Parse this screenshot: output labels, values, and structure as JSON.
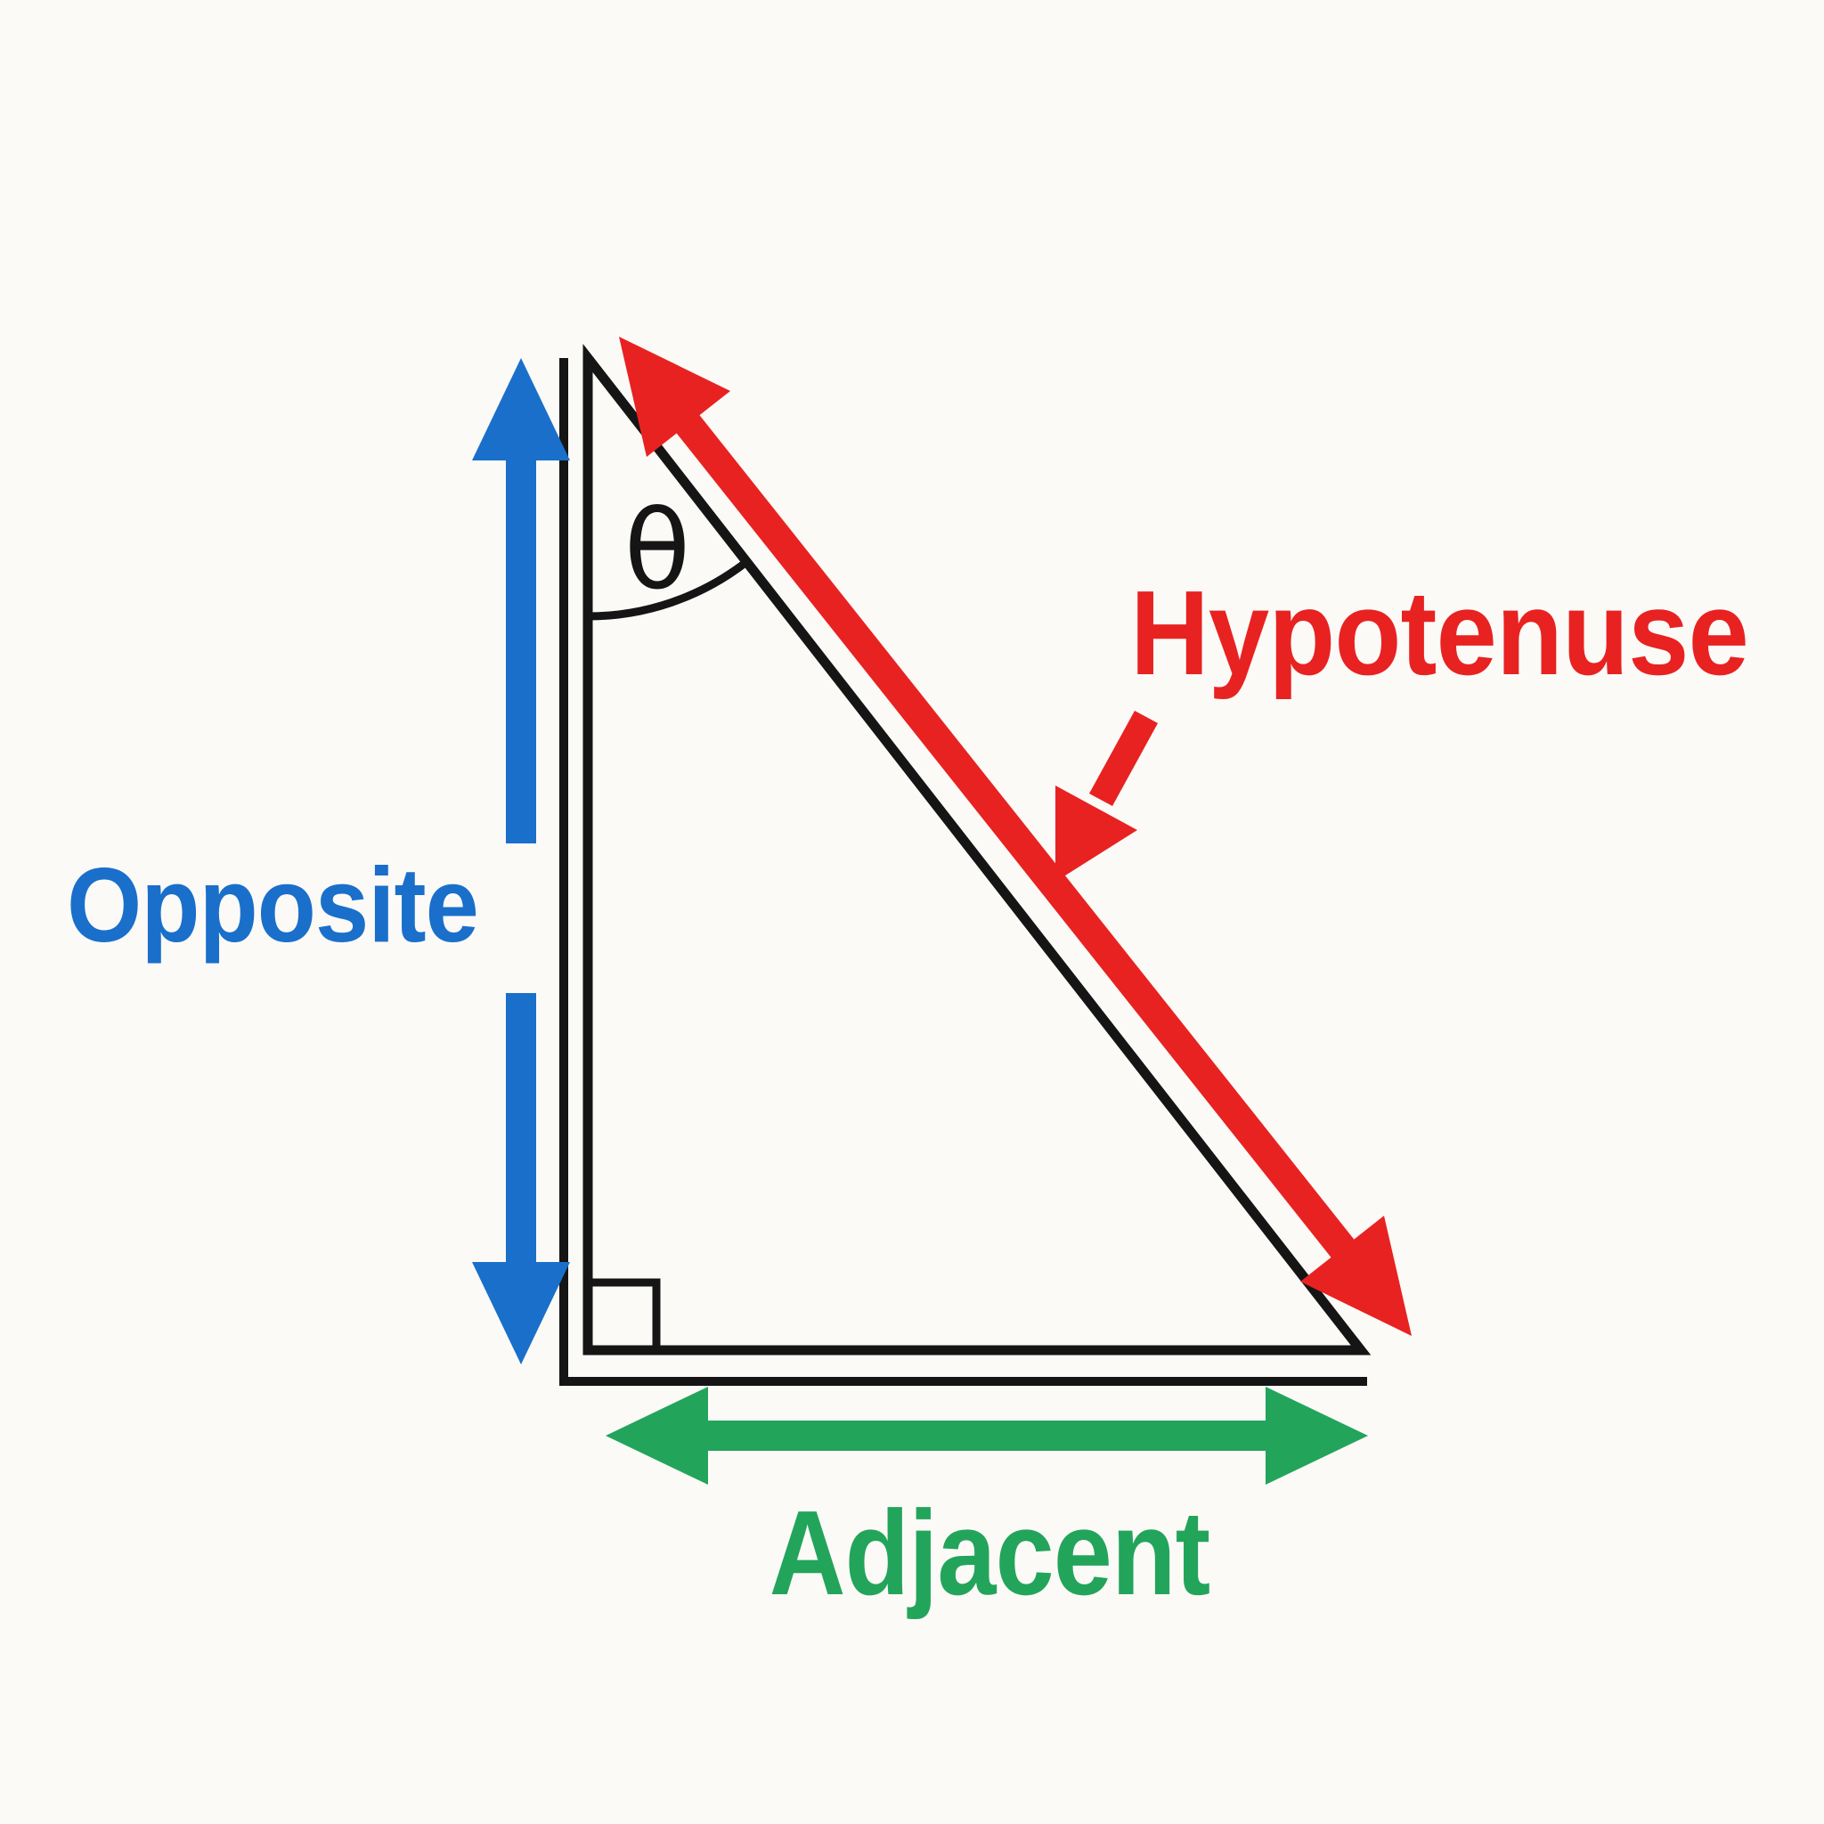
{
  "diagram": {
    "type": "right-triangle-trigonometry",
    "labels": {
      "opposite": "Opposite",
      "adjacent": "Adjacent",
      "hypotenuse": "Hypotenuse",
      "theta": "θ"
    },
    "colors": {
      "opposite": "#1a6fca",
      "adjacent": "#23a45b",
      "hypotenuse": "#e82221",
      "lines": "#151515",
      "background": "#fbfaf7"
    }
  }
}
